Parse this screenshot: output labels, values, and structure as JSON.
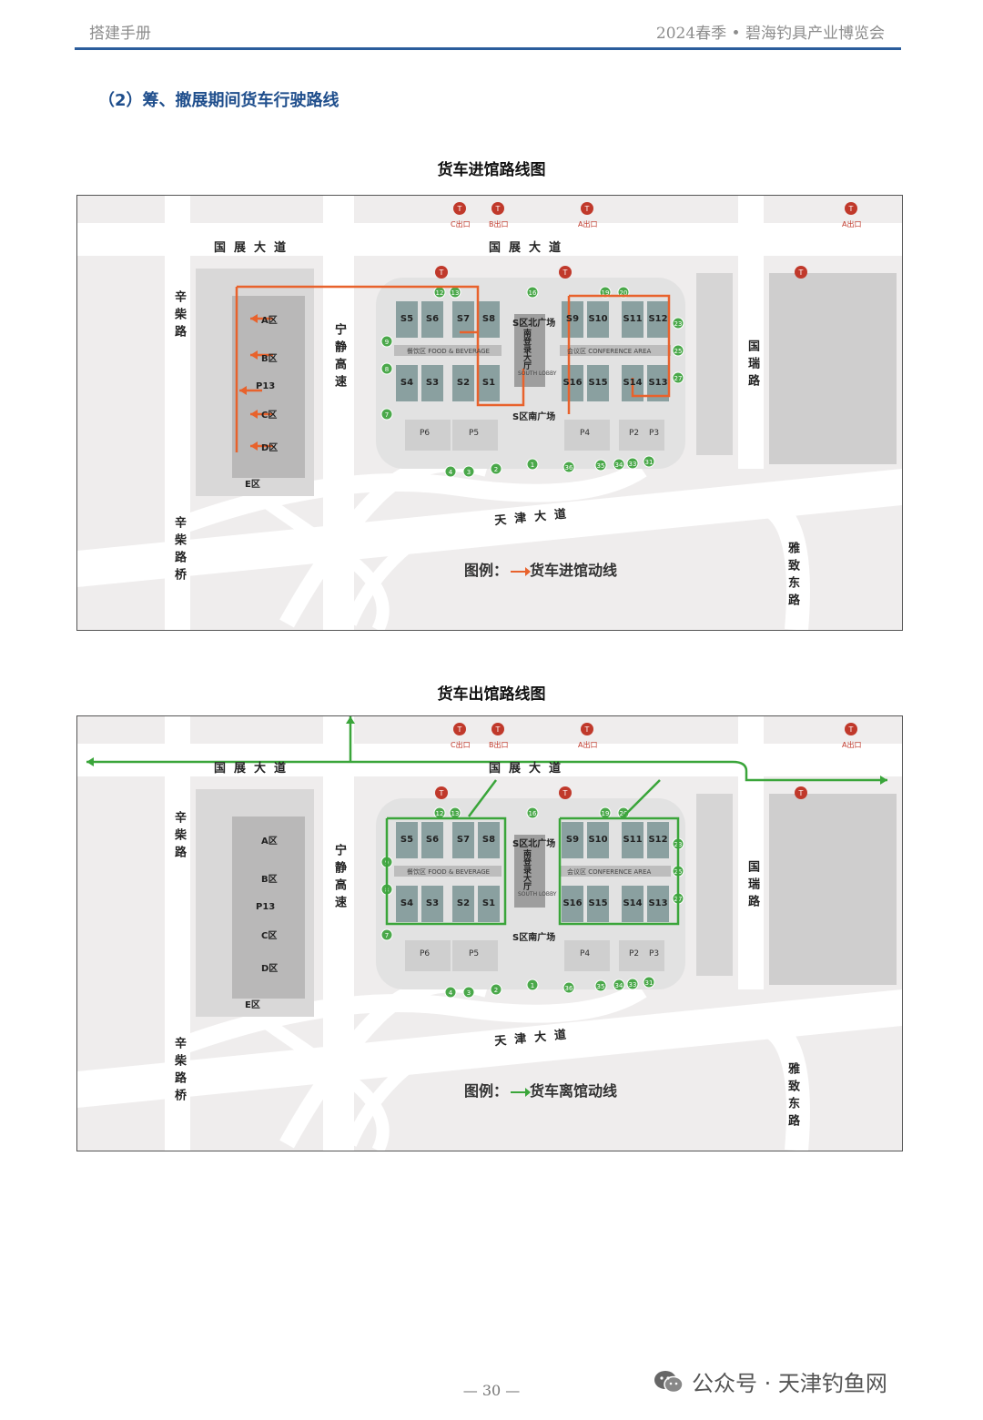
{
  "header": {
    "left": "搭建手册",
    "right": "2024春季 • 碧海钓具产业博览会"
  },
  "section_title": "（2）筹、撤展期间货车行驶路线",
  "maps": [
    {
      "title": "货车进馆路线图",
      "legend_prefix": "图例：",
      "legend_text": "货车进馆动线",
      "route_color": "#e8622c"
    },
    {
      "title": "货车出馆路线图",
      "legend_prefix": "图例：",
      "legend_text": "货车离馆动线",
      "route_color": "#3aa53a"
    }
  ],
  "labels": {
    "guozhan": "国展大道",
    "tianjin": "天津大道",
    "xinchai": "辛柴路",
    "xinchai_bridge": "辛柴路桥",
    "ningjing": "宁静高速",
    "guorui": "国瑞路",
    "yazhi": "雅致东路",
    "north_plaza": "S区北广场",
    "south_plaza": "S区南广场",
    "lobby": "南登录大厅",
    "lobby_en": "SOUTH LOBBY",
    "food": "餐饮区  FOOD & BEVERAGE",
    "conference": "会议区  CONFERENCE AREA",
    "zone_a": "A区",
    "zone_b": "B区",
    "zone_c": "C区",
    "zone_d": "D区",
    "zone_e": "E区",
    "p13": "P13",
    "p2": "P2",
    "p3": "P3",
    "p4": "P4",
    "p5": "P5",
    "p6": "P6",
    "exit_c": "C出口",
    "exit_b": "B出口",
    "exit_a": "A出口"
  },
  "halls_top": [
    "S5",
    "S6",
    "S7",
    "S8",
    "S9",
    "S10",
    "S11",
    "S12"
  ],
  "halls_bottom": [
    "S4",
    "S3",
    "S2",
    "S1",
    "S16",
    "S15",
    "S14",
    "S13"
  ],
  "page_number": "— 30 —",
  "watermark": "公众号 · 天津钓鱼网"
}
